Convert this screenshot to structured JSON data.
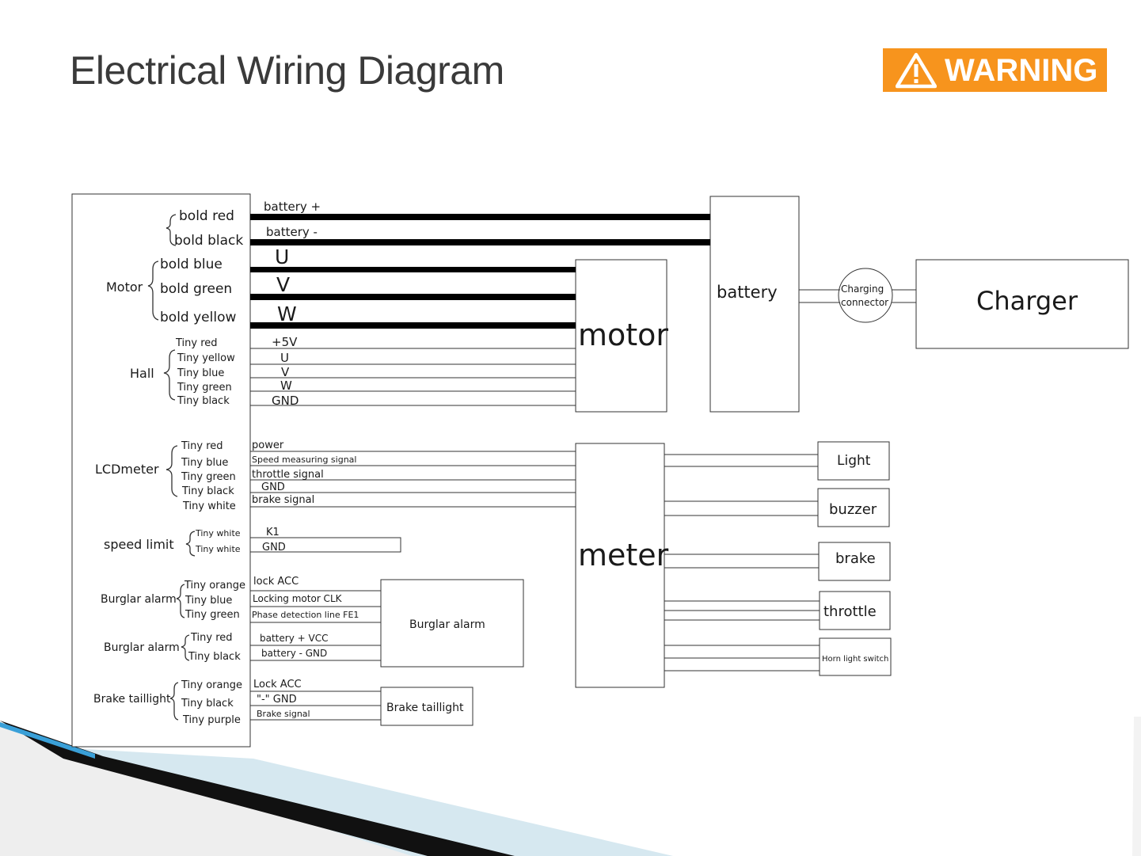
{
  "title": "Electrical Wiring Diagram",
  "warning_label": "WARNING",
  "left_labels": {
    "bold_red": "bold red",
    "bold_black": "bold black",
    "motor": "Motor",
    "bold_blue": "bold blue",
    "bold_green": "bold green",
    "bold_yellow": "bold yellow",
    "hall": "Hall",
    "hall_red": "Tiny red",
    "hall_yellow": "Tiny yellow",
    "hall_blue": "Tiny blue",
    "hall_green": "Tiny green",
    "hall_black": "Tiny black",
    "lcd": "LCDmeter",
    "lcd_red": "Tiny red",
    "lcd_blue": "Tiny blue",
    "lcd_green": "Tiny green",
    "lcd_black": "Tiny black",
    "lcd_white": "Tiny white",
    "speed_limit": "speed limit",
    "sl_white1": "Tiny white",
    "sl_white2": "Tiny white",
    "burglar1": "Burglar alarm",
    "b1_orange": "Tiny orange",
    "b1_blue": "Tiny blue",
    "b1_green": "Tiny green",
    "burglar2": "Burglar alarm",
    "b2_red": "Tiny red",
    "b2_black": "Tiny black",
    "brake_taillight": "Brake taillight",
    "bt_orange": "Tiny orange",
    "bt_black": "Tiny black",
    "bt_purple": "Tiny  purple"
  },
  "wire_labels": {
    "battery_plus": "battery +",
    "battery_minus": "battery -",
    "u": "U",
    "v": "V",
    "w": "W",
    "hall_5v": "+5V",
    "hall_u": "U",
    "hall_v": "V",
    "hall_w": "W",
    "hall_gnd": "GND",
    "power": "power",
    "speed_signal": "Speed measuring signal",
    "throttle_signal": "throttle signal",
    "lcd_gnd": "GND",
    "brake_signal": "brake signal",
    "k1": "K1",
    "sl_gnd": "GND",
    "lock_acc": "lock ACC",
    "locking_clk": "Locking motor CLK",
    "phase_fe1": "Phase detection line FE1",
    "batt_vcc": "battery +   VCC",
    "batt_gnd": "battery  -    GND",
    "bt_lock_acc": "Lock  ACC",
    "bt_gnd": "\"-\" GND",
    "bt_brake_signal": "Brake signal"
  },
  "components": {
    "motor": "motor",
    "battery": "battery",
    "charging_connector_line1": "Charging",
    "charging_connector_line2": "connector",
    "charger": "Charger",
    "meter": "meter",
    "light": "Light",
    "buzzer": "buzzer",
    "brake": "brake",
    "throttle": "throttle",
    "horn_light_switch": "Horn light switch",
    "burglar_alarm_box": "Burglar alarm",
    "brake_taillight_box": "Brake taillight"
  },
  "colors": {
    "warning_bg": "#f7941d",
    "title_text": "#3a3a3a",
    "wire_bold": "#000000",
    "decor_light": "#d6e8f0"
  }
}
